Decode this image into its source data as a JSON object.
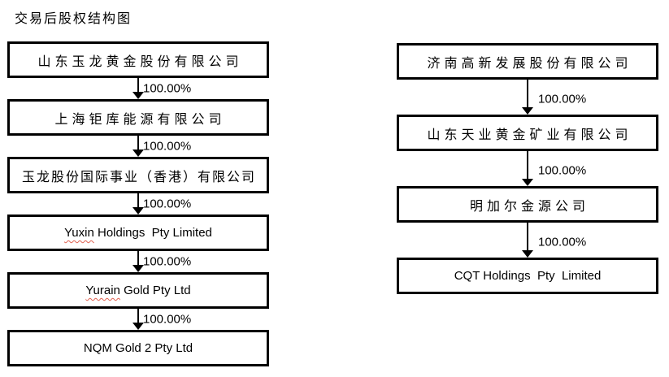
{
  "title": "交易后股权结构图",
  "colors": {
    "box_border": "#000000",
    "text": "#000000",
    "background": "#ffffff",
    "spellcheck_underline": "#e0604f"
  },
  "left_chain": {
    "nodes": [
      {
        "label": "山东玉龙黄金股份有限公司"
      },
      {
        "label": "上海钜库能源有限公司"
      },
      {
        "label": "玉龙股份国际事业（香港）有限公司"
      },
      {
        "label": "Yuxin Holdings  Pty Limited",
        "misspelled_word": "Yuxin",
        "label_rest": " Holdings  Pty Limited"
      },
      {
        "label": "Yurain Gold Pty Ltd",
        "misspelled_word": "Yurain",
        "label_rest": " Gold Pty Ltd"
      },
      {
        "label": "NQM Gold 2 Pty Ltd"
      }
    ],
    "edges": [
      {
        "label": "100.00%"
      },
      {
        "label": "100.00%"
      },
      {
        "label": "100.00%"
      },
      {
        "label": "100.00%"
      },
      {
        "label": "100.00%"
      }
    ]
  },
  "right_chain": {
    "nodes": [
      {
        "label": "济南高新发展股份有限公司"
      },
      {
        "label": "山东天业黄金矿业有限公司"
      },
      {
        "label": "明加尔金源公司"
      },
      {
        "label": "CQT Holdings  Pty  Limited"
      }
    ],
    "edges": [
      {
        "label": "100.00%"
      },
      {
        "label": "100.00%"
      },
      {
        "label": "100.00%"
      }
    ]
  }
}
